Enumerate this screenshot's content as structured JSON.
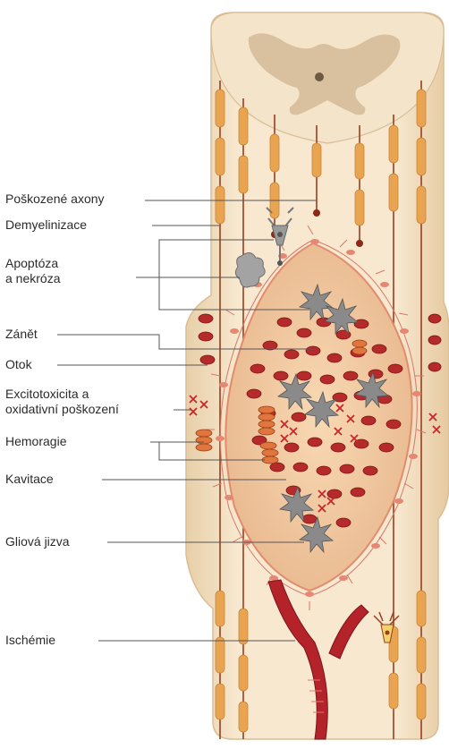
{
  "labels": {
    "damaged_axons": "Poškozené axony",
    "demyelination": "Demyelinizace",
    "apoptosis": "Apoptóza\na nekróza",
    "inflammation": "Zánět",
    "edema": "Otok",
    "excitotoxicity": "Excitotoxicita a\noxidativní poškození",
    "hemorrhage": "Hemoragie",
    "cavitation": "Kavitace",
    "glial_scar": "Gliová jizva",
    "ischemia": "Ischémie"
  },
  "colors": {
    "cord": "#f5e3c8",
    "cord_edge": "#e6cfae",
    "grey_matter": "#d9bf9c",
    "myelin": "#e8a451",
    "axon": "#9b3d1f",
    "lesion": "#f1c9a3",
    "rbc": "#b52a2a",
    "glia": "#8a8a8a",
    "vessel": "#b4232a",
    "leader": "#555555"
  },
  "icons": [
    "neuron-icon",
    "apoptotic-cell-icon",
    "microglia-icon",
    "red-blood-cell-icon",
    "ros-cross-icon",
    "blood-vessel-icon"
  ]
}
